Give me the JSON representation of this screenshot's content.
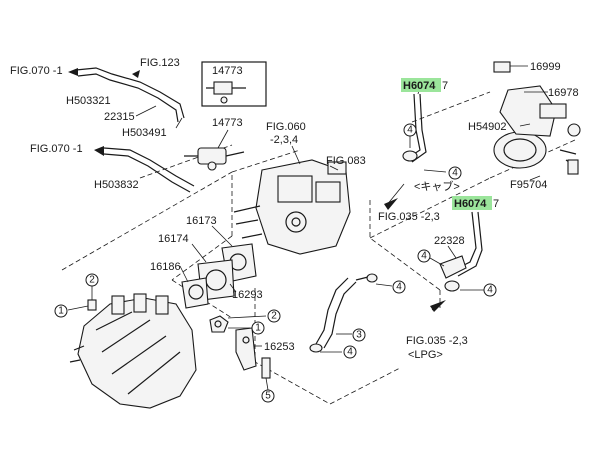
{
  "labels": {
    "fig070_1_top": "FIG.070 -1",
    "fig123": "FIG.123",
    "p14773_a": "14773",
    "h503321": "H503321",
    "p22315": "22315",
    "h503491": "H503491",
    "p14773_b": "14773",
    "fig070_1_mid": "FIG.070 -1",
    "h503832": "H503832",
    "fig060": "FIG.060",
    "fig060_sub": "-2,3,4",
    "fig083": "FIG.083",
    "h6074_top_code": "H6074",
    "h6074_top_suffix": "7",
    "h6074_bot_code": "H6074",
    "h6074_bot_suffix": "7",
    "cap": "<キャブ>",
    "fig035_mid": "FIG.035 -2,3",
    "p22328": "22328",
    "p16999": "16999",
    "p16978": "16978",
    "h54902": "H54902",
    "f95704": "F95704",
    "p16173": "16173",
    "p16174": "16174",
    "p16186": "16186",
    "p16293": "16293",
    "p16253": "16253",
    "fig035_bot": "FIG.035 -2,3",
    "lpg": "<LPG>"
  },
  "callouts": {
    "c1": "1",
    "c2": "2",
    "c3": "3",
    "c4": "4",
    "c5": "5"
  },
  "colors": {
    "highlight": "#9be59b",
    "line": "#1a1a1a",
    "background": "#ffffff"
  }
}
